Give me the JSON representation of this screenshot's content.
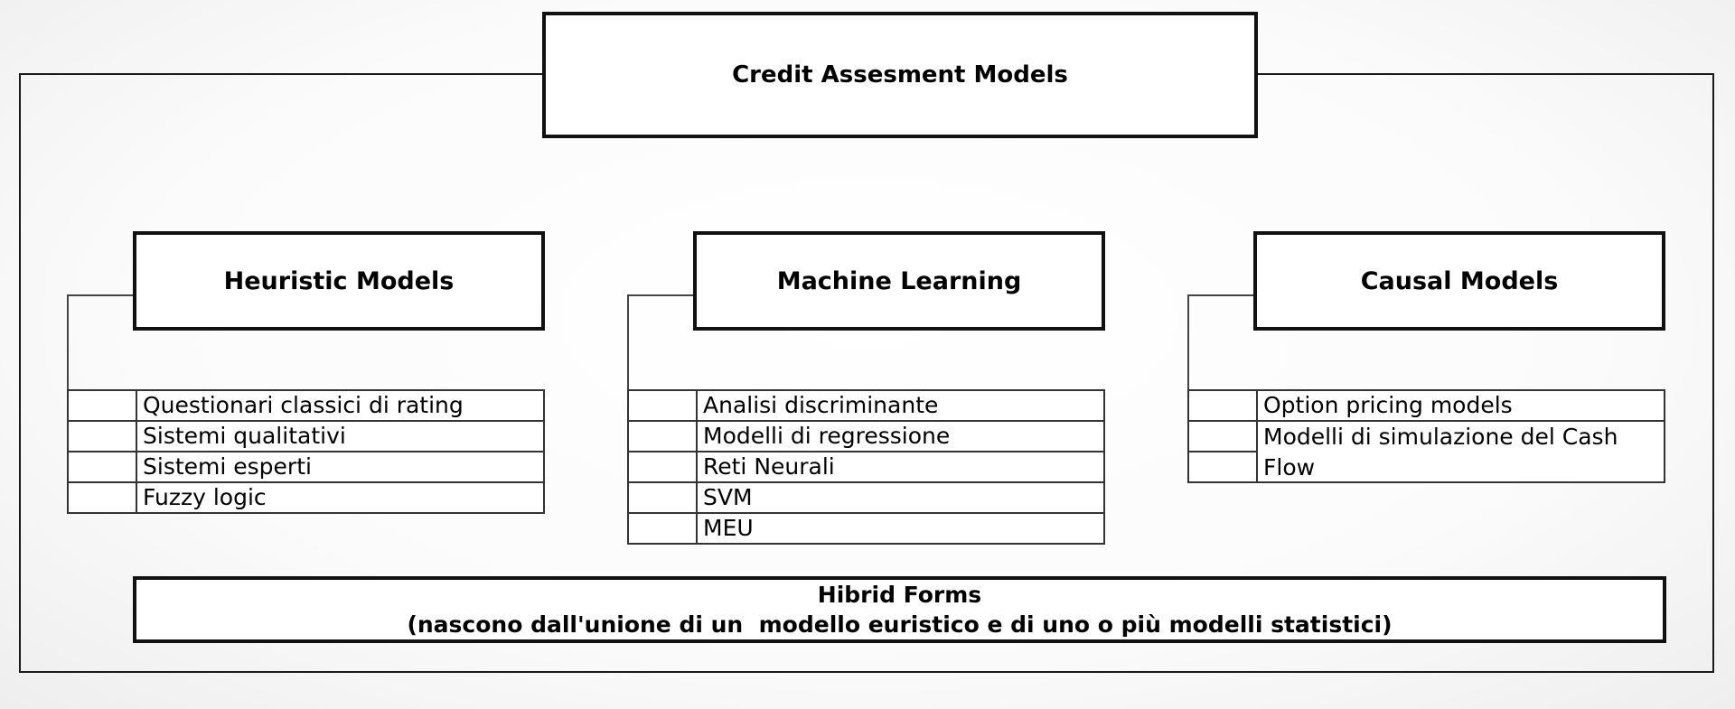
{
  "title": "Credit Assesment Models",
  "columns": [
    {
      "heading": "Heuristic Models",
      "items": [
        "Questionari classici di rating",
        "Sistemi qualitativi",
        "Sistemi esperti",
        "Fuzzy logic"
      ]
    },
    {
      "heading": "Machine Learning",
      "items": [
        "Analisi discriminante",
        "Modelli di regressione",
        "Reti Neurali",
        "SVM",
        "MEU"
      ]
    },
    {
      "heading": "Causal Models",
      "items": [
        "Option pricing models",
        "Modelli di simulazione del Cash Flow"
      ]
    }
  ],
  "hybrid": {
    "title": "Hibrid Forms",
    "subtitle": "(nascono dall'unione di un  modello euristico e di uno o più modelli statistici)"
  }
}
